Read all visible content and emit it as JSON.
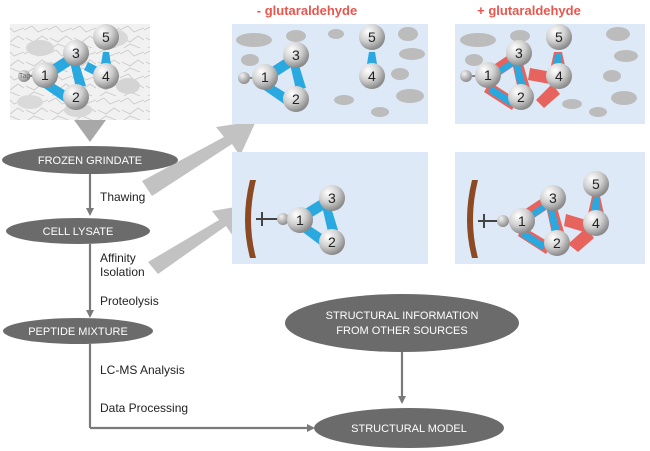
{
  "columns": {
    "minus_title": "- glutaraldehyde",
    "plus_title": "+ glutaraldehyde"
  },
  "workflow": {
    "frozen_grindate": "FROZEN GRINDATE",
    "cell_lysate": "CELL LYSATE",
    "peptide_mixture": "PEPTIDE MIXTURE",
    "structural_model": "STRUCTURAL  MODEL",
    "structural_info_line1": "STRUCTURAL INFORMATION",
    "structural_info_line2": "FROM OTHER SOURCES"
  },
  "steps": {
    "thawing": "Thawing",
    "affinity": "Affinity",
    "isolation": "Isolation",
    "proteolysis": "Proteolysis",
    "lcms": "LC-MS Analysis",
    "data_processing": "Data Processing"
  },
  "complex": {
    "subunits": [
      "1",
      "2",
      "3",
      "4",
      "5"
    ],
    "tag_label": "Tag"
  },
  "colors": {
    "ellipse_fill": "#6b6b6b",
    "panel_bg": "#dde9f6",
    "crosslink_blue": "#29a9df",
    "crosslink_red": "#e8564d",
    "title_red": "#e8564d",
    "arrow_gray": "#7a7a7a",
    "bead_brown": "#8b4a23"
  }
}
